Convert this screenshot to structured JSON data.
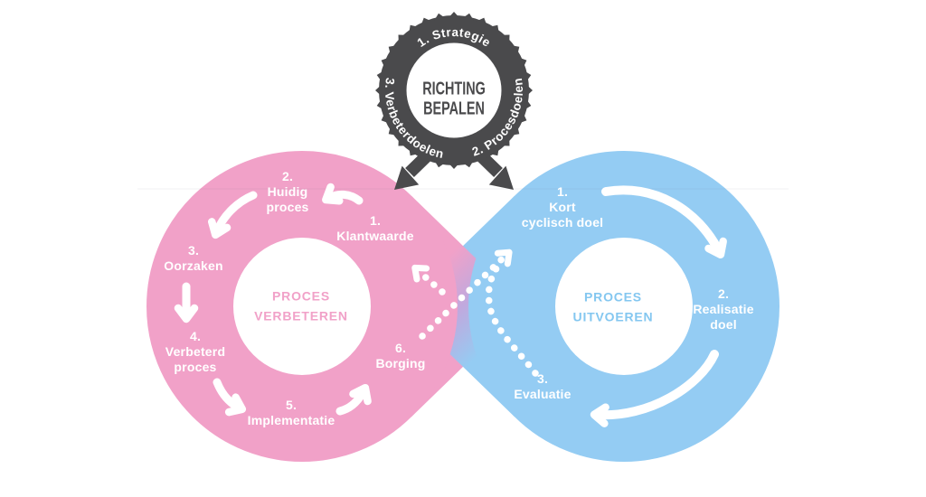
{
  "badge": {
    "title": "RICHTING\nBEPALEN",
    "ring_labels": {
      "top": "1. Strategie",
      "bottom_right": "2. Procesdoelen",
      "bottom_left": "3. Verbeterdoelen"
    }
  },
  "improve_loop": {
    "title": "PROCES\nVERBETEREN",
    "steps": [
      "1.\nKlantwaarde",
      "2.\nHuidig\nproces",
      "3.\nOorzaken",
      "4.\nVerbeterd\nproces",
      "5.\nImplementatie",
      "6.\nBorging"
    ]
  },
  "execute_loop": {
    "title": "PROCES\nUITVOEREN",
    "steps": [
      "1.\nKort\ncyclisch doel",
      "2.\nRealisatie\ndoel",
      "3.\nEvaluatie"
    ]
  },
  "colors": {
    "pink": "#F1A1C8",
    "blue": "#94CCF3",
    "dark_gray": "#4A4A4C",
    "blend_lilac": "#C0A9DE",
    "pink_text": "#F1A1C8",
    "blue_text": "#84C7F0",
    "arrow_white": "#FFFFFF"
  }
}
